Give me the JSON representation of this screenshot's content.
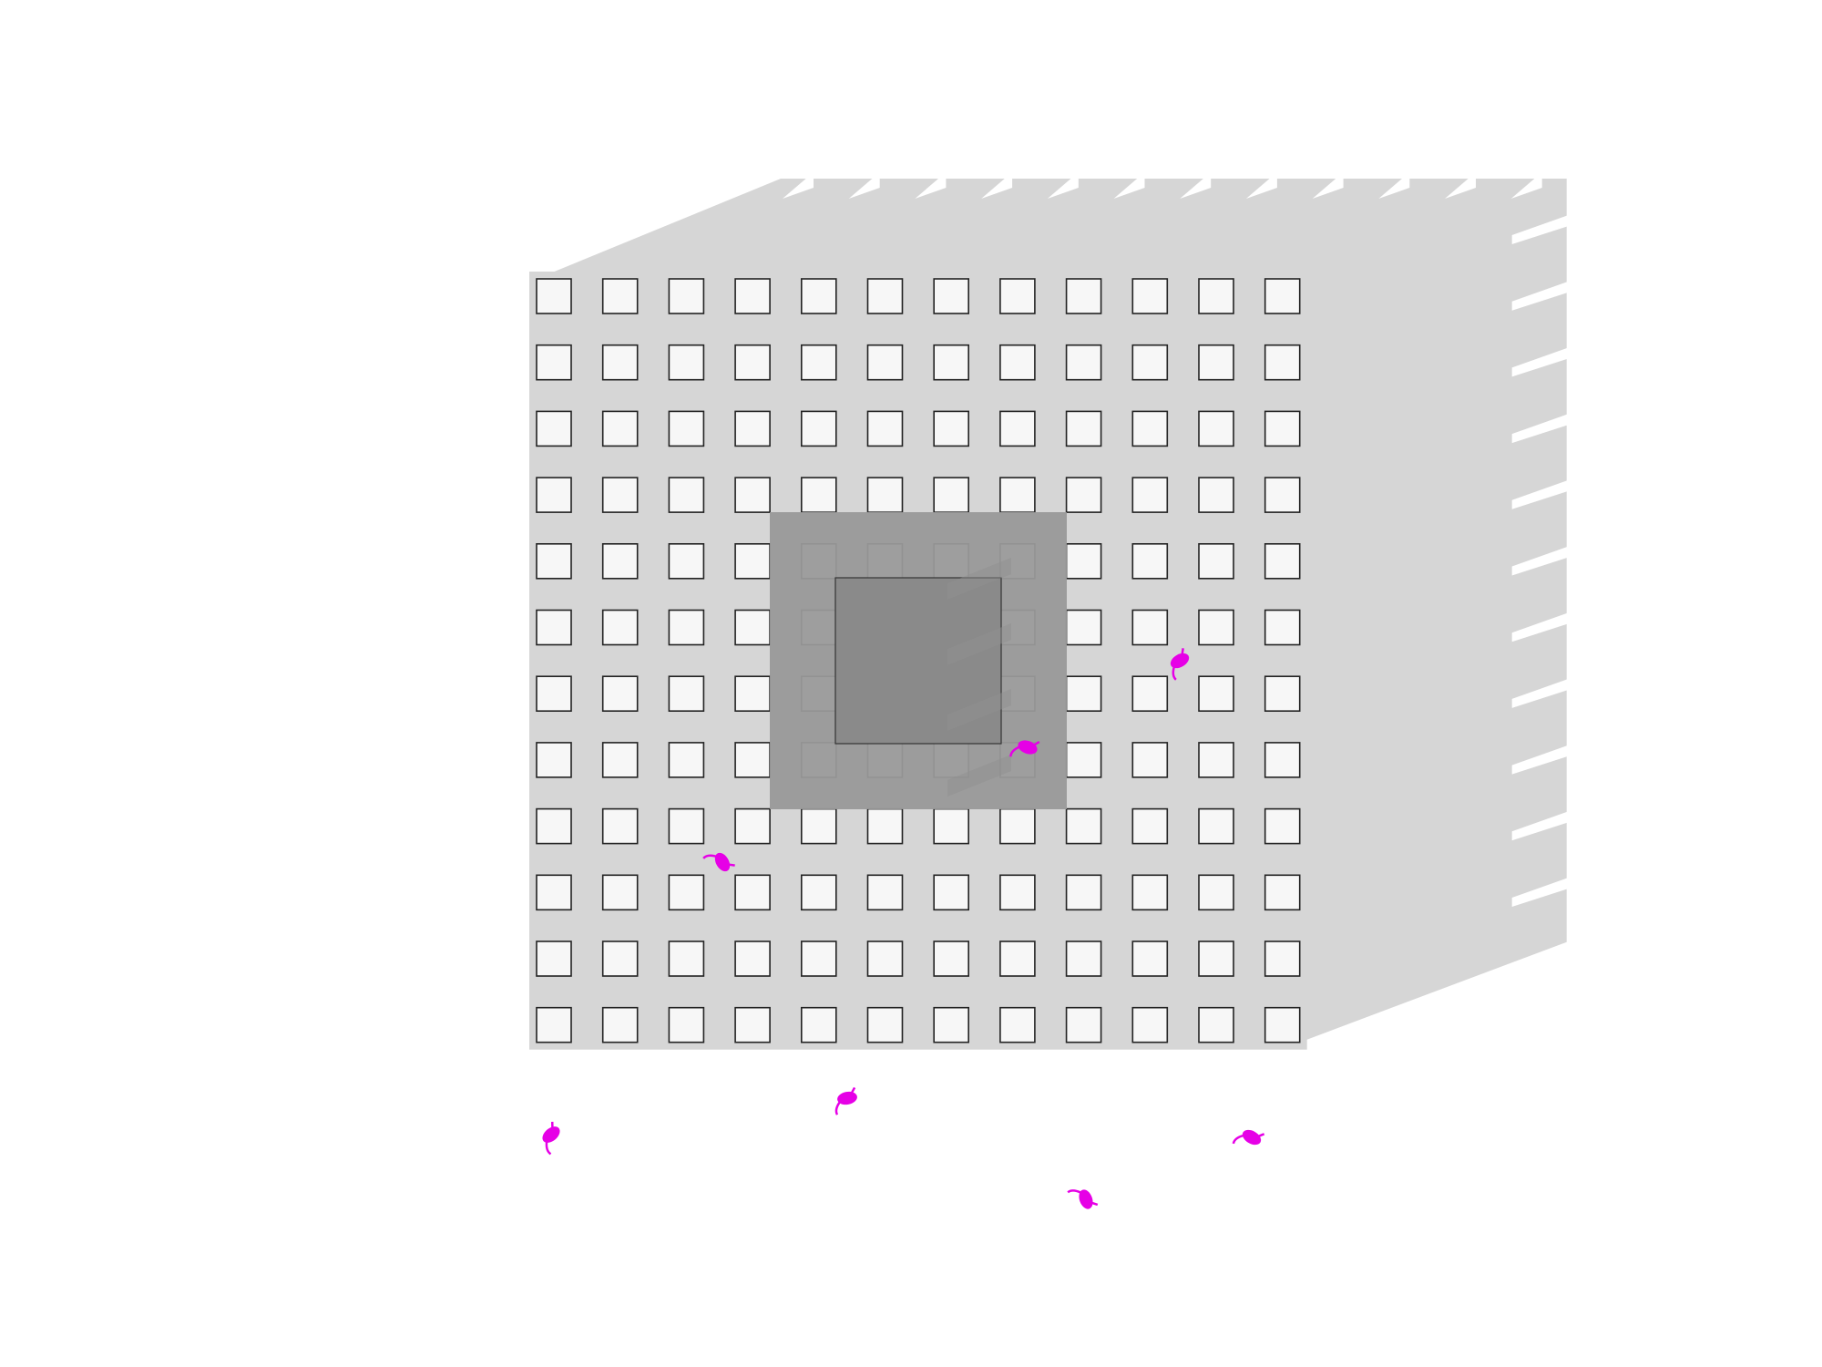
{
  "scene": {
    "description_type": "3d-grid-render",
    "grid": {
      "rows": 12,
      "cols": 12
    },
    "center_block": {
      "span_cells": 4
    },
    "colors": {
      "background": "#ffffff",
      "slab": "#d6d6d6",
      "slab_side": "#d2d2d2",
      "cell_fill": "#f7f7f7",
      "cell_stroke": "#222222",
      "outer_block": "#999999",
      "inner_block": "#8a8a8a",
      "marker": "#e600e6"
    },
    "markers": {
      "count": 7,
      "shape": "insect-like-blob"
    }
  }
}
